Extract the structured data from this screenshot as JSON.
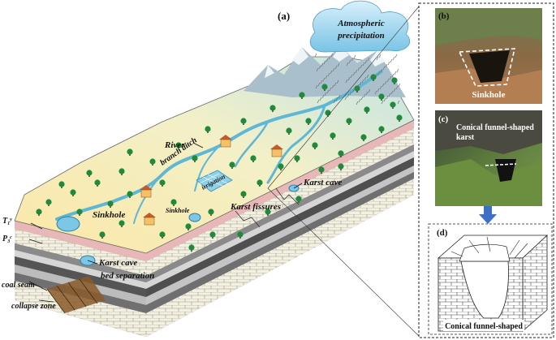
{
  "main_diagram": {
    "panel_label": "(a)",
    "cloud_label_line1": "Atmospheric",
    "cloud_label_line2": "precipitation",
    "labels": {
      "river": "River",
      "branch_ditch": "branch ditch",
      "irrigation": "irrigation",
      "sinkhole_large": "Sinkhole",
      "sinkhole_small": "Sinkhole",
      "karst_fissures": "Karst fissures",
      "karst_cave_top": "Karst cave",
      "karst_cave_bottom": "Karst cave",
      "bed_separation": "bed separation",
      "coal_seam": "coal seam",
      "collapse_zone": "collapse zone",
      "stratum_t": "T",
      "stratum_t_sub": "1",
      "stratum_t_sub2": "y",
      "stratum_p": "P",
      "stratum_p_sub": "3",
      "stratum_p_sub2": "c"
    }
  },
  "panel_b": {
    "label": "(b)",
    "caption": "Sinkhole"
  },
  "panel_c": {
    "label": "(c)",
    "caption_line1": "Conical funnel-shaped",
    "caption_line2": "karst"
  },
  "panel_d": {
    "label": "(d)",
    "caption": "Conical funnel-shaped"
  },
  "colors": {
    "land": "#f6ebb4",
    "land_green": "#cfe8d8",
    "river": "#5fb7d6",
    "tree": "#1f8a3c",
    "limestone": "#f2efe0",
    "pink": "#e8b8b8",
    "dark_layer": "#6d6d6d",
    "cloud": "#9fd3ea",
    "mountain": "#9fb6c4",
    "arrow": "#3d6fc7"
  }
}
